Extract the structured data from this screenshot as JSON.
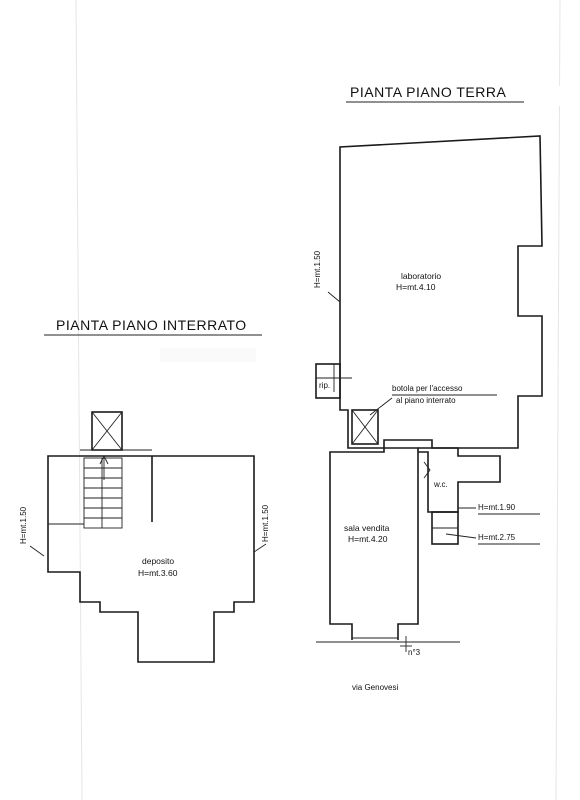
{
  "titles": {
    "ground_floor": "PIANTA PIANO TERRA",
    "basement": "PIANTA PIANO INTERRATO"
  },
  "ground_floor": {
    "laboratorio_name": "laboratorio",
    "laboratorio_height": "H=mt.4.10",
    "left_height": "H=mt.1.50",
    "rip": "rip.",
    "hatch_line1": "botola per l'accesso",
    "hatch_line2": "al piano interrato",
    "sala_name": "sala vendita",
    "sala_height": "H=mt.4.20",
    "wc": "w.c.",
    "wc_height": "H=mt.1.90",
    "annex_height": "H=mt.2.75",
    "door_number": "n°3",
    "street": "via Genovesi"
  },
  "basement": {
    "deposito_name": "deposito",
    "deposito_height": "H=mt.3.60",
    "left_height": "H=mt.1.50",
    "right_height": "H=mt.1.50"
  }
}
